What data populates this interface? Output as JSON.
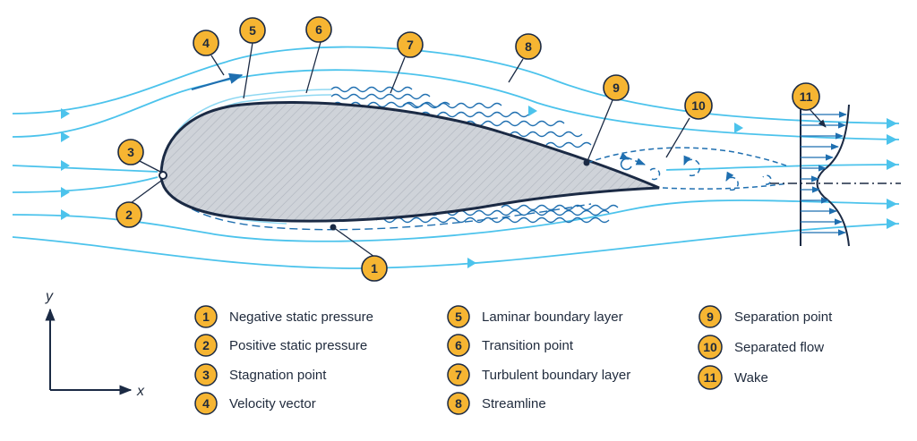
{
  "colors": {
    "streamline": "#4cc3ec",
    "boundary_layer": "#1f6fb0",
    "airfoil_fill": "#cfd3d9",
    "outline": "#1b2a44",
    "marker_fill": "#f6b532"
  },
  "axes": {
    "y": "y",
    "x": "x"
  },
  "markers": [
    {
      "num": "1"
    },
    {
      "num": "2"
    },
    {
      "num": "3"
    },
    {
      "num": "4"
    },
    {
      "num": "5"
    },
    {
      "num": "6"
    },
    {
      "num": "7"
    },
    {
      "num": "8"
    },
    {
      "num": "9"
    },
    {
      "num": "10"
    },
    {
      "num": "11"
    }
  ],
  "legend": [
    {
      "num": "1",
      "label": "Negative static pressure"
    },
    {
      "num": "2",
      "label": "Positive static pressure"
    },
    {
      "num": "3",
      "label": "Stagnation point"
    },
    {
      "num": "4",
      "label": "Velocity vector"
    },
    {
      "num": "5",
      "label": "Laminar boundary layer"
    },
    {
      "num": "6",
      "label": "Transition point"
    },
    {
      "num": "7",
      "label": "Turbulent boundary layer"
    },
    {
      "num": "8",
      "label": "Streamline"
    },
    {
      "num": "9",
      "label": "Separation point"
    },
    {
      "num": "10",
      "label": "Separated flow"
    },
    {
      "num": "11",
      "label": "Wake"
    }
  ]
}
